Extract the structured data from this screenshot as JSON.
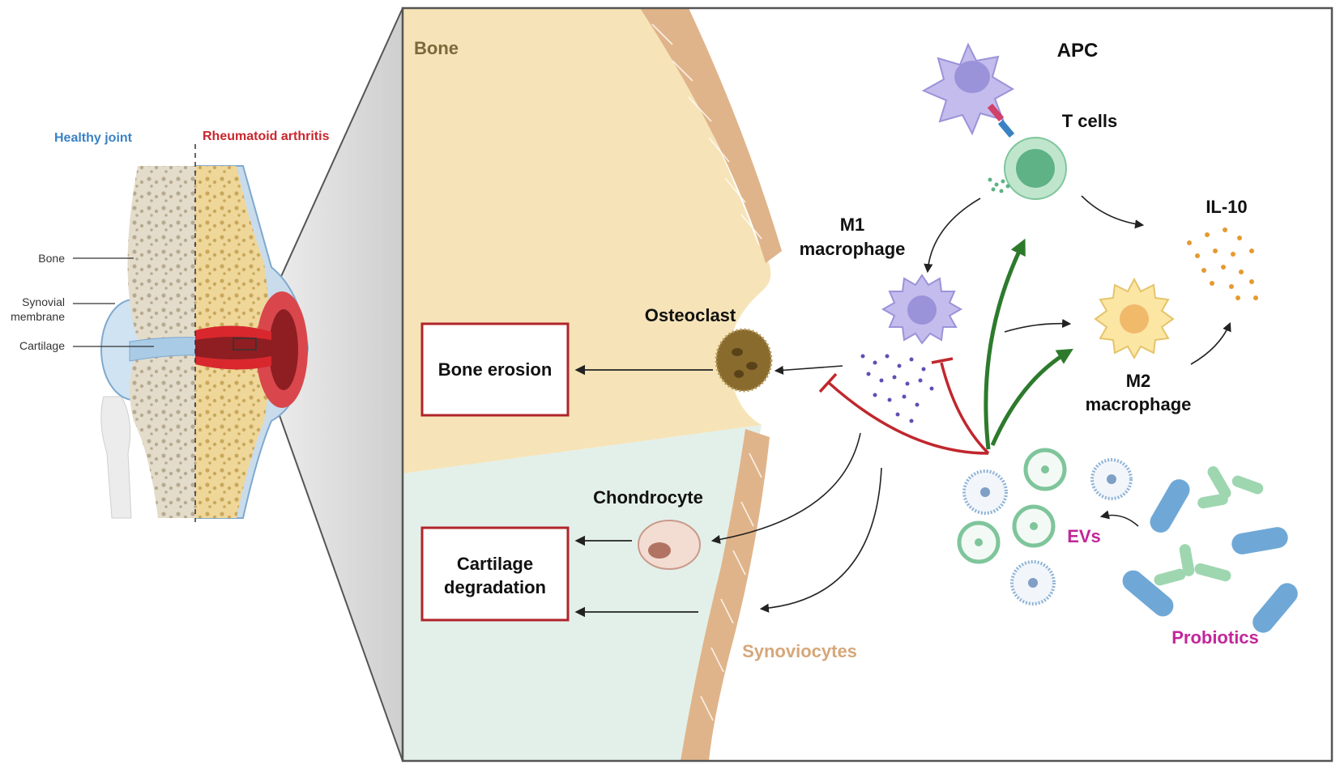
{
  "left_panel": {
    "healthy_label": "Healthy joint",
    "ra_label": "Rheumatoid arthritis",
    "bone_label": "Bone",
    "synovial_label_line1": "Synovial",
    "synovial_label_line2": "membrane",
    "cartilage_label": "Cartilage"
  },
  "zoom_panel": {
    "bone_region_label": "Bone",
    "osteoclast_label": "Osteoclast",
    "bone_erosion_label": "Bone erosion",
    "chondrocyte_label": "Chondrocyte",
    "cartilage_degradation_line1": "Cartilage",
    "cartilage_degradation_line2": "degradation",
    "synoviocytes_label": "Synoviocytes",
    "apc_label": "APC",
    "tcells_label": "T cells",
    "m1_line1": "M1",
    "m1_line2": "macrophage",
    "m2_line1": "M2",
    "m2_line2": "macrophage",
    "il10_label": "IL-10",
    "evs_label": "EVs",
    "probiotics_label": "Probiotics"
  },
  "colors": {
    "healthy_blue": "#3b82c4",
    "ra_red": "#c8272d",
    "bone_beige": "#f6e4b8",
    "cartilage_mint": "#e3f0ea",
    "synoviocyte_tan": "#e0b48a",
    "box_border": "#b0242a",
    "inhibit_red": "#c0272d",
    "promote_green": "#2d7a2d",
    "m1_purple": "#9a93d9",
    "tcell_green": "#8fd1a8",
    "m2_yellow": "#fbe6a4",
    "il10_orange": "#e59a2f",
    "probiotic_blue": "#6fa8d6",
    "probiotic_green": "#9ed6b0",
    "evs_magenta": "#c2269a"
  }
}
